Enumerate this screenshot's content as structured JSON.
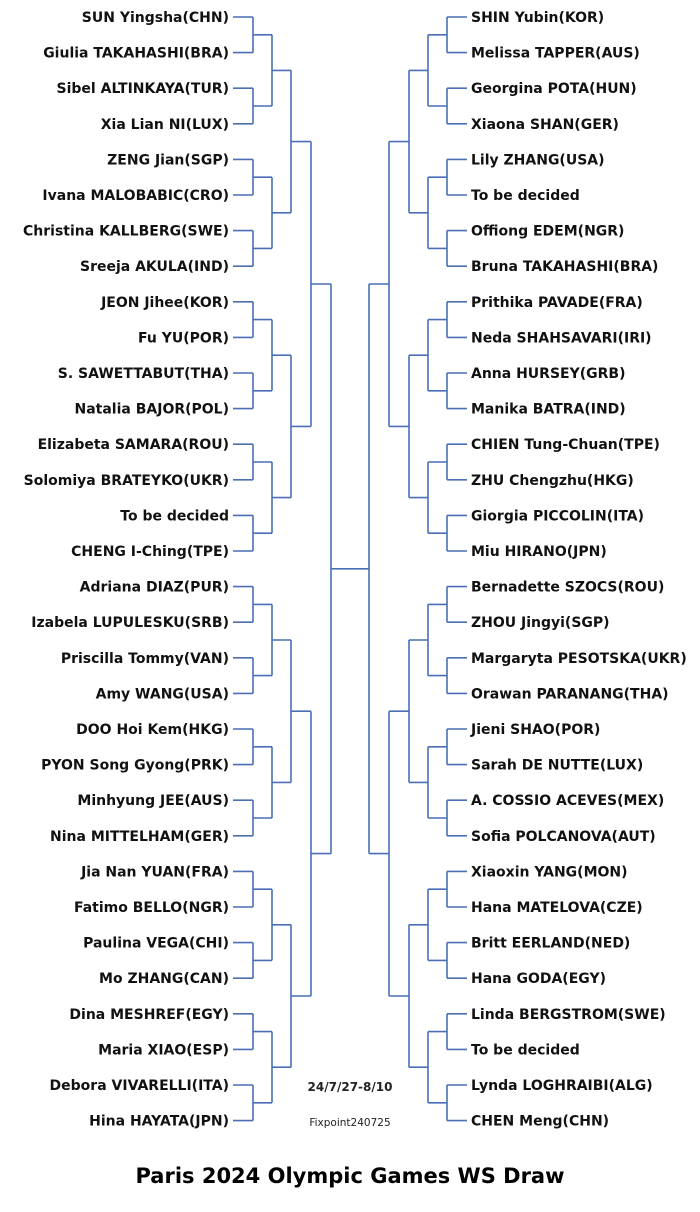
{
  "title": "Paris 2024 Olympic Games WS Draw",
  "dates": "24/7/27-8/10",
  "fixpoint": "Fixpoint240725",
  "line_color": "#4a6fb5",
  "left_players": [
    "SUN Yingsha(CHN)",
    "Giulia TAKAHASHI(BRA)",
    "Sibel ALTINKAYA(TUR)",
    "Xia Lian NI(LUX)",
    "ZENG Jian(SGP)",
    "Ivana MALOBABIC(CRO)",
    "Christina KALLBERG(SWE)",
    "Sreeja AKULA(IND)",
    "JEON Jihee(KOR)",
    "Fu YU(POR)",
    "S. SAWETTABUT(THA)",
    "Natalia BAJOR(POL)",
    "Elizabeta SAMARA(ROU)",
    "Solomiya BRATEYKO(UKR)",
    "To be decided",
    "CHENG I-Ching(TPE)",
    "Adriana DIAZ(PUR)",
    "Izabela LUPULESKU(SRB)",
    "Priscilla Tommy(VAN)",
    "Amy WANG(USA)",
    "DOO Hoi Kem(HKG)",
    "PYON Song Gyong(PRK)",
    "Minhyung JEE(AUS)",
    "Nina MITTELHAM(GER)",
    "Jia Nan YUAN(FRA)",
    "Fatimo BELLO(NGR)",
    "Paulina VEGA(CHI)",
    "Mo ZHANG(CAN)",
    "Dina MESHREF(EGY)",
    "Maria XIAO(ESP)",
    "Debora VIVARELLI(ITA)",
    "Hina HAYATA(JPN)"
  ],
  "right_players": [
    "SHIN Yubin(KOR)",
    "Melissa TAPPER(AUS)",
    "Georgina POTA(HUN)",
    "Xiaona SHAN(GER)",
    "Lily ZHANG(USA)",
    "To be decided",
    "Offiong EDEM(NGR)",
    "Bruna TAKAHASHI(BRA)",
    "Prithika PAVADE(FRA)",
    "Neda SHAHSAVARI(IRI)",
    "Anna HURSEY(GRB)",
    "Manika BATRA(IND)",
    "CHIEN Tung-Chuan(TPE)",
    "ZHU Chengzhu(HKG)",
    "Giorgia PICCOLIN(ITA)",
    "Miu HIRANO(JPN)",
    "Bernadette SZOCS(ROU)",
    "ZHOU Jingyi(SGP)",
    "Margaryta PESOTSKA(UKR)",
    "Orawan PARANANG(THA)",
    "Jieni SHAO(POR)",
    "Sarah DE NUTTE(LUX)",
    "A. COSSIO ACEVES(MEX)",
    "Sofia POLCANOVA(AUT)",
    "Xiaoxin YANG(MON)",
    "Hana MATELOVA(CZE)",
    "Britt EERLAND(NED)",
    "Hana GODA(EGY)",
    "Linda BERGSTROM(SWE)",
    "To be decided",
    "Lynda LOGHRAIBI(ALG)",
    "CHEN Meng(CHN)"
  ]
}
